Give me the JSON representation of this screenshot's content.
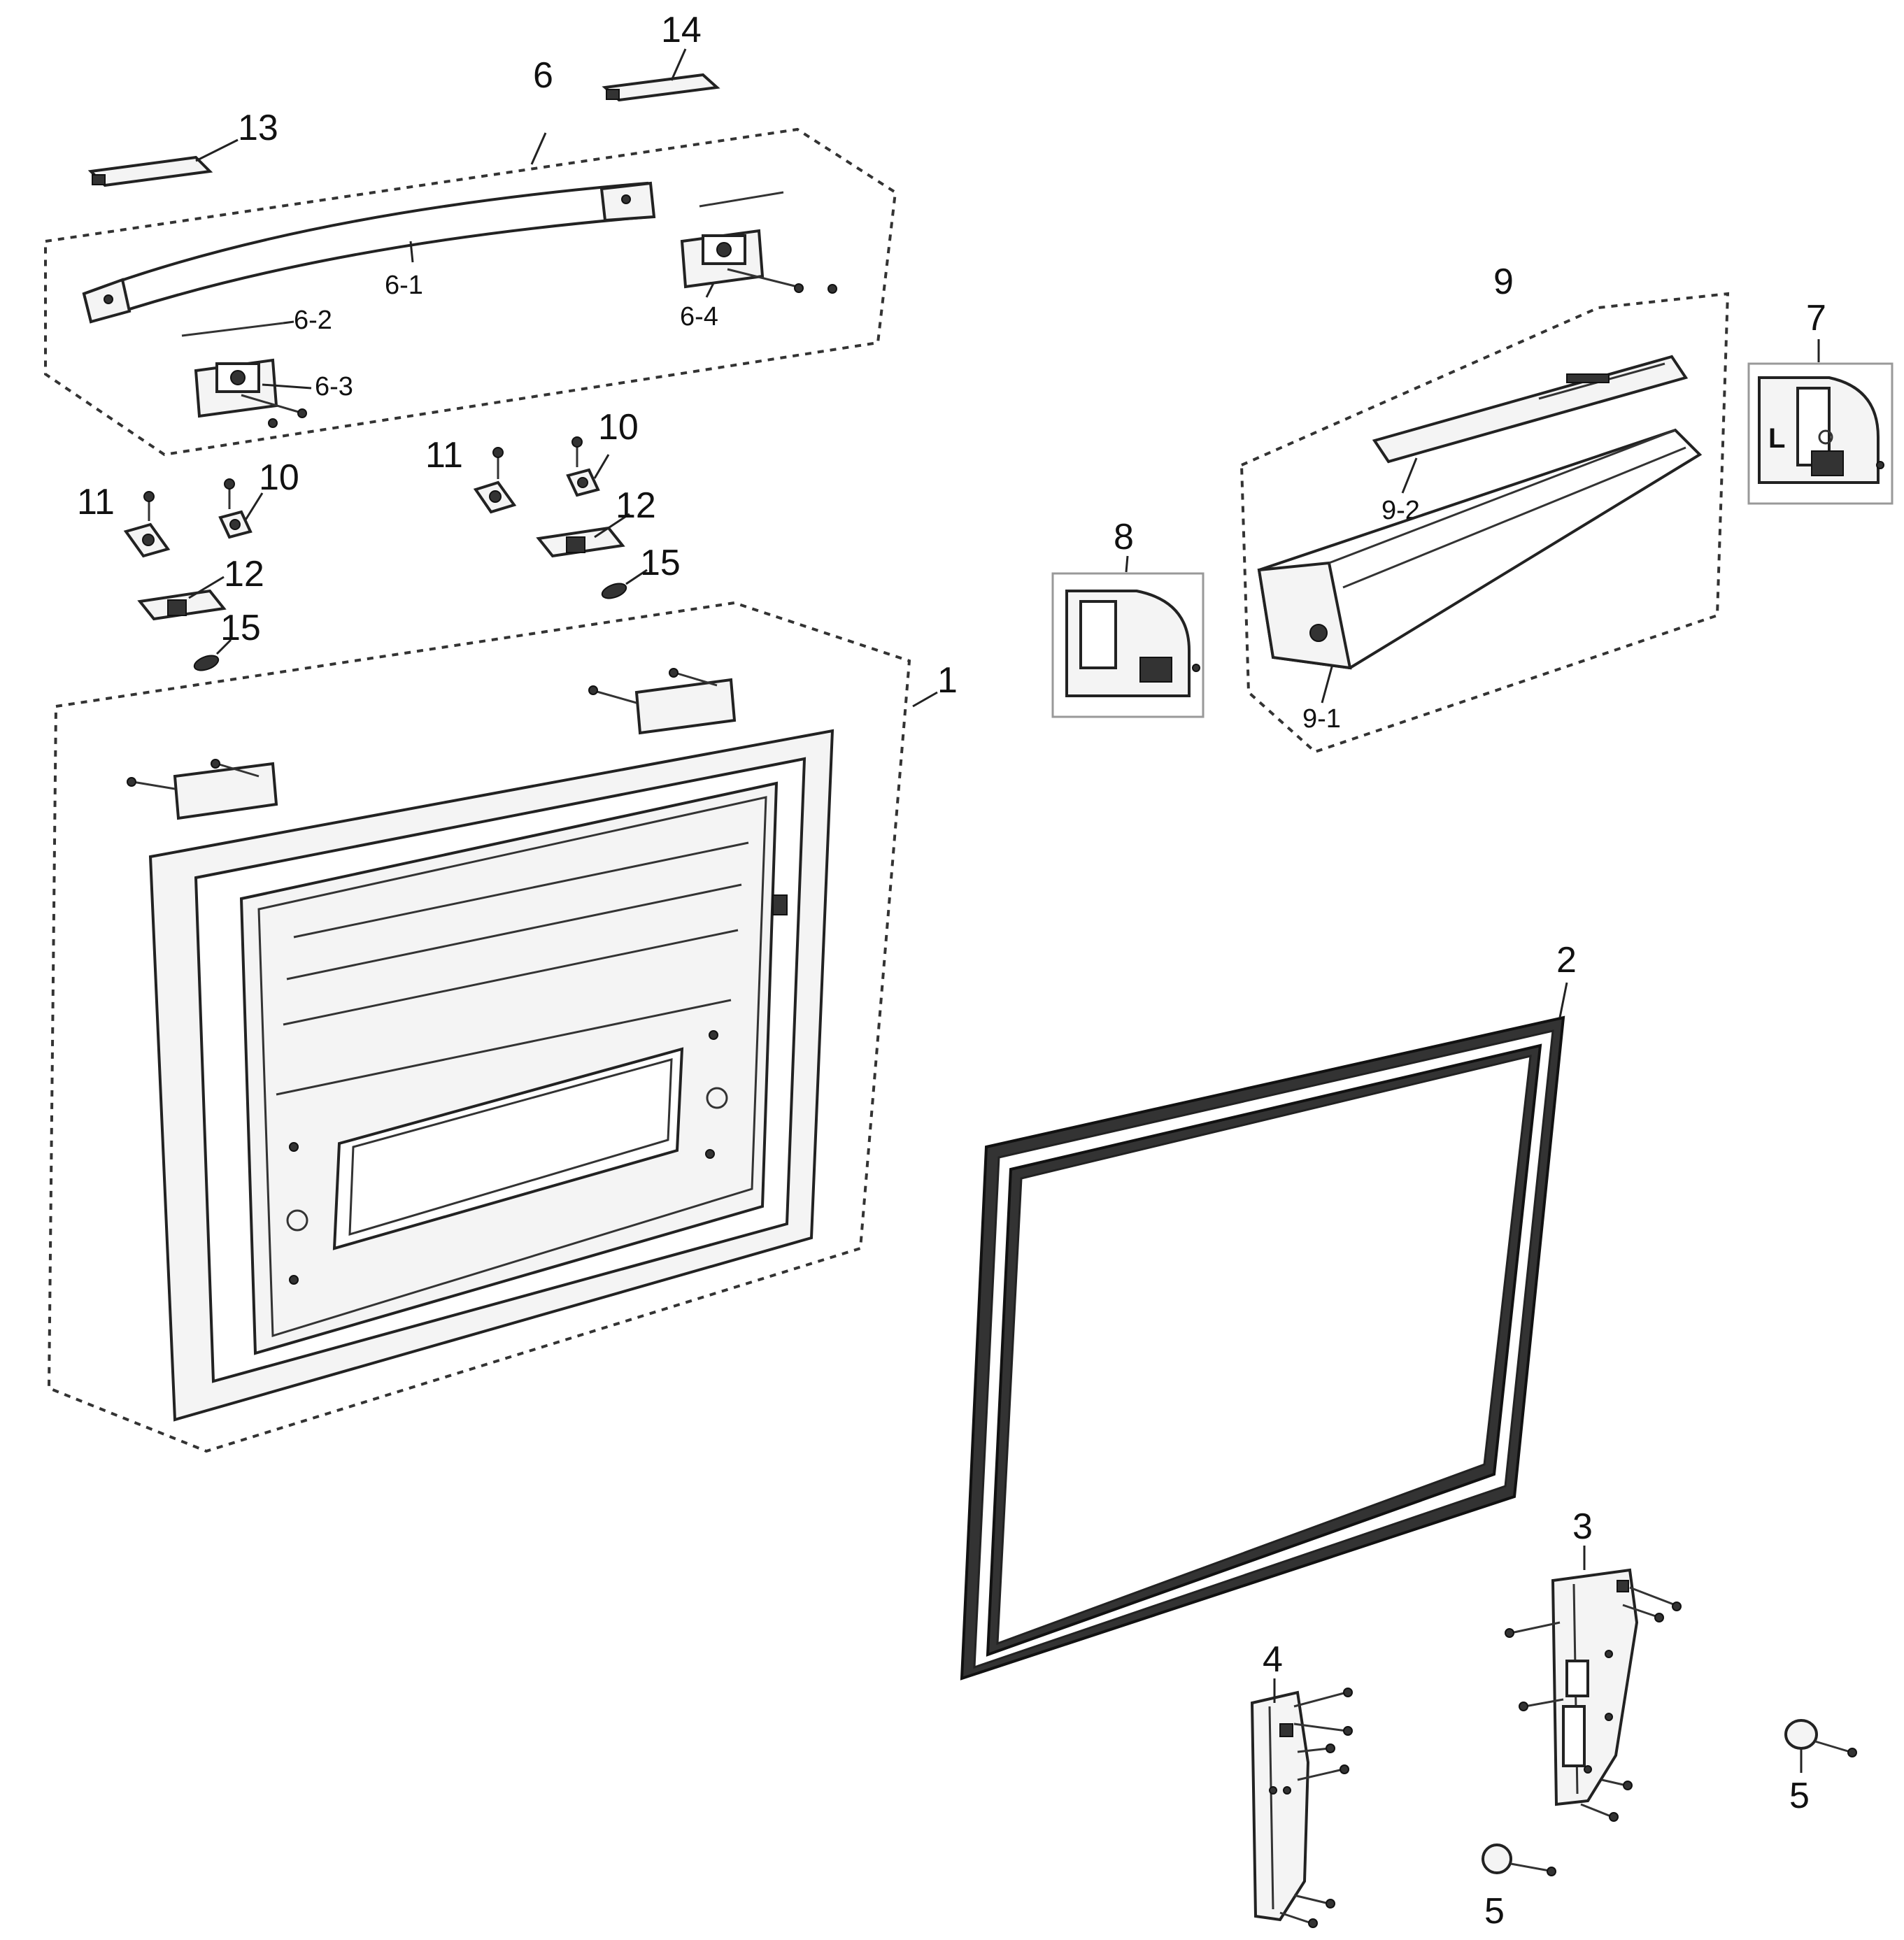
{
  "callouts": {
    "p1": "1",
    "p2": "2",
    "p3": "3",
    "p4": "4",
    "p5a": "5",
    "p5b": "5",
    "p6": "6",
    "p6_1": "6-1",
    "p6_2": "6-2",
    "p6_3": "6-3",
    "p6_4": "6-4",
    "p7": "7",
    "p8": "8",
    "p9": "9",
    "p9_1": "9-1",
    "p9_2": "9-2",
    "p10a": "10",
    "p10b": "10",
    "p11a": "11",
    "p11b": "11",
    "p12a": "12",
    "p12b": "12",
    "p13": "13",
    "p14": "14",
    "p15a": "15",
    "p15b": "15"
  },
  "cover_letter": "L"
}
